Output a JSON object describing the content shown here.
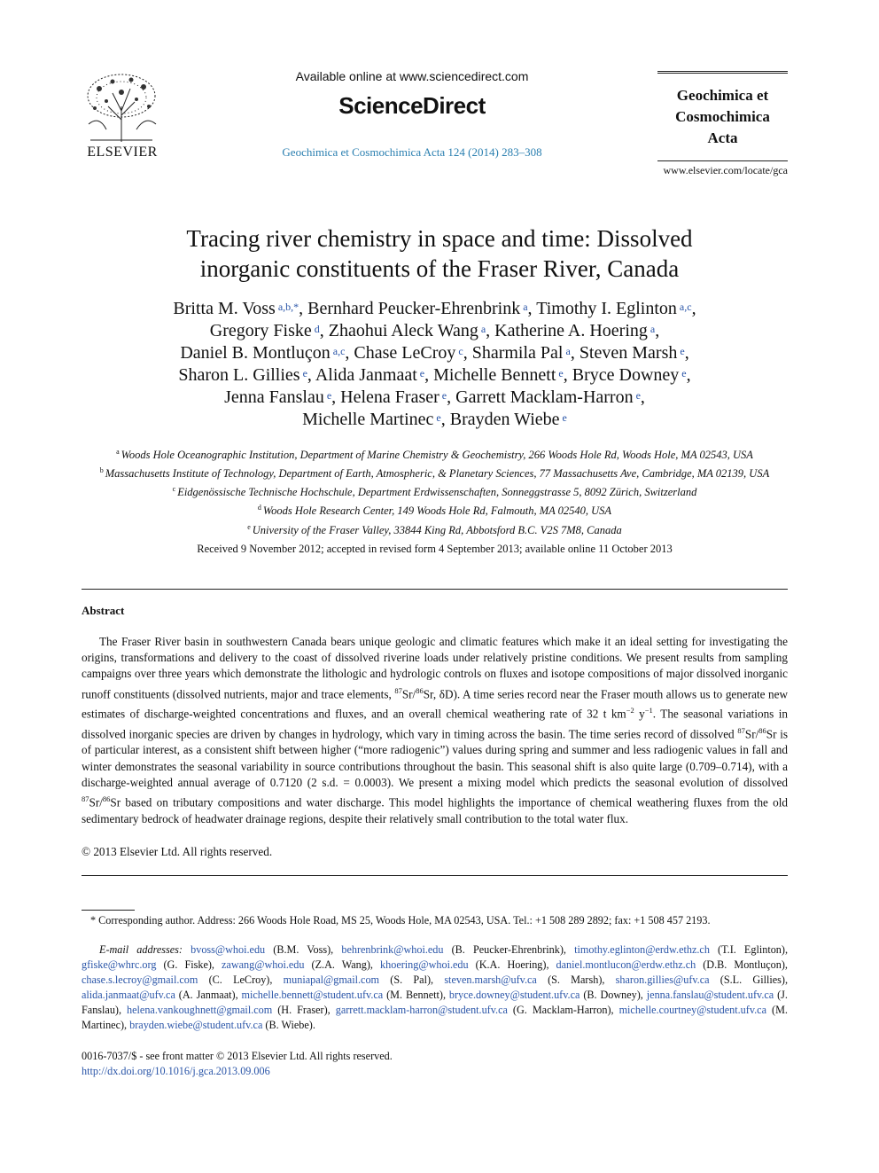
{
  "header": {
    "publisher_logo_text": "ELSEVIER",
    "available_online": "Available online at www.sciencedirect.com",
    "platform_logo": "ScienceDirect",
    "citation": "Geochimica et Cosmochimica Acta 124 (2014) 283–308",
    "journal_name_lines": [
      "Geochimica et",
      "Cosmochimica",
      "Acta"
    ],
    "journal_url": "www.elsevier.com/locate/gca"
  },
  "article": {
    "title_line1": "Tracing river chemistry in space and time: Dissolved",
    "title_line2": "inorganic constituents of the Fraser River, Canada",
    "authors": [
      {
        "name": "Britta M. Voss",
        "sup": "a,b,*",
        "sep": ", "
      },
      {
        "name": "Bernhard Peucker-Ehrenbrink",
        "sup": "a",
        "sep": ", "
      },
      {
        "name": "Timothy I. Eglinton",
        "sup": "a,c",
        "sep": ","
      },
      {
        "name": "Gregory Fiske",
        "sup": "d",
        "sep": ", "
      },
      {
        "name": "Zhaohui Aleck Wang",
        "sup": "a",
        "sep": ", "
      },
      {
        "name": "Katherine A. Hoering",
        "sup": "a",
        "sep": ","
      },
      {
        "name": "Daniel B. Montluçon",
        "sup": "a,c",
        "sep": ", "
      },
      {
        "name": "Chase LeCroy",
        "sup": "c",
        "sep": ", "
      },
      {
        "name": "Sharmila Pal",
        "sup": "a",
        "sep": ", "
      },
      {
        "name": "Steven Marsh",
        "sup": "e",
        "sep": ","
      },
      {
        "name": "Sharon L. Gillies",
        "sup": "e",
        "sep": ", "
      },
      {
        "name": "Alida Janmaat",
        "sup": "e",
        "sep": ", "
      },
      {
        "name": "Michelle Bennett",
        "sup": "e",
        "sep": ", "
      },
      {
        "name": "Bryce Downey",
        "sup": "e",
        "sep": ","
      },
      {
        "name": "Jenna Fanslau",
        "sup": "e",
        "sep": ", "
      },
      {
        "name": "Helena Fraser",
        "sup": "e",
        "sep": ", "
      },
      {
        "name": "Garrett Macklam-Harron",
        "sup": "e",
        "sep": ","
      },
      {
        "name": "Michelle Martinec",
        "sup": "e",
        "sep": ", "
      },
      {
        "name": "Brayden Wiebe",
        "sup": "e",
        "sep": ""
      }
    ],
    "author_line_breaks_after": [
      2,
      5,
      9,
      13,
      16
    ],
    "affiliations": [
      {
        "sup": "a",
        "text": "Woods Hole Oceanographic Institution, Department of Marine Chemistry & Geochemistry, 266 Woods Hole Rd, Woods Hole, MA 02543, USA"
      },
      {
        "sup": "b",
        "text": "Massachusetts Institute of Technology, Department of Earth, Atmospheric, & Planetary Sciences, 77 Massachusetts Ave, Cambridge, MA 02139, USA"
      },
      {
        "sup": "c",
        "text": "Eidgenössische Technische Hochschule, Department Erdwissenschaften, Sonneggstrasse 5, 8092 Zürich, Switzerland"
      },
      {
        "sup": "d",
        "text": "Woods Hole Research Center, 149 Woods Hole Rd, Falmouth, MA 02540, USA"
      },
      {
        "sup": "e",
        "text": "University of the Fraser Valley, 33844 King Rd, Abbotsford B.C. V2S 7M8, Canada"
      }
    ],
    "received": "Received 9 November 2012; accepted in revised form 4 September 2013; available online 11 October 2013"
  },
  "abstract": {
    "heading": "Abstract",
    "p1": "The Fraser River basin in southwestern Canada bears unique geologic and climatic features which make it an ideal setting for investigating the origins, transformations and delivery to the coast of dissolved riverine loads under relatively pristine conditions. We present results from sampling campaigns over three years which demonstrate the lithologic and hydrologic controls on fluxes and isotope compositions of major dissolved inorganic runoff constituents (dissolved nutrients, major and trace elements, ",
    "p2": "Sr, δD). A time series record near the Fraser mouth allows us to generate new estimates of discharge-weighted concentrations and fluxes, and an overall chemical weathering rate of 32 t km",
    "p2b": " y",
    "p3": ". The seasonal variations in dissolved inorganic species are driven by changes in hydrology, which vary in timing across the basin. The time series record of dissolved ",
    "p4": "Sr is of particular interest, as a consistent shift between higher (“more radiogenic”) values during spring and summer and less radiogenic values in fall and winter demonstrates the seasonal variability in source contributions throughout the basin. This seasonal shift is also quite large (0.709–0.714), with a discharge-weighted annual average of 0.7120 (2 s.d. = 0.0003). We present a mixing model which predicts the seasonal evolution of dissolved ",
    "p5": "Sr based on tributary compositions and water discharge. This model highlights the importance of chemical weathering fluxes from the old sedimentary bedrock of headwater drainage regions, despite their relatively small contribution to the total water flux.",
    "sup87": "87",
    "sr": "Sr/",
    "sup86": "86",
    "supneg2": "−2",
    "supneg1": "−1",
    "copyright": "© 2013 Elsevier Ltd. All rights reserved."
  },
  "footnotes": {
    "corresponding": "* Corresponding author. Address: 266 Woods Hole Road, MS 25, Woods Hole, MA 02543, USA. Tel.: +1 508 289 2892; fax: +1 508 457 2193.",
    "email_label": "E-mail addresses:",
    "emails": [
      {
        "addr": "bvoss@whoi.edu",
        "who": "(B.M. Voss)"
      },
      {
        "addr": "behrenbrink@whoi.edu",
        "who": "(B. Peucker-Ehrenbrink)"
      },
      {
        "addr": "timothy.eglinton@erdw.ethz.ch",
        "who": "(T.I. Eglinton)"
      },
      {
        "addr": "gfiske@whrc.org",
        "who": "(G. Fiske)"
      },
      {
        "addr": "zawang@whoi.edu",
        "who": "(Z.A. Wang)"
      },
      {
        "addr": "khoering@whoi.edu",
        "who": "(K.A. Hoering)"
      },
      {
        "addr": "daniel.montlucon@erdw.ethz.ch",
        "who": "(D.B. Montluçon)"
      },
      {
        "addr": "chase.s.lecroy@gmail.com",
        "who": "(C. LeCroy)"
      },
      {
        "addr": "muniapal@gmail.com",
        "who": "(S. Pal)"
      },
      {
        "addr": "steven.marsh@ufv.ca",
        "who": "(S. Marsh)"
      },
      {
        "addr": "sharon.gillies@ufv.ca",
        "who": "(S.L. Gillies)"
      },
      {
        "addr": "alida.janmaat@ufv.ca",
        "who": "(A. Janmaat)"
      },
      {
        "addr": "michelle.bennett@student.ufv.ca",
        "who": "(M. Bennett)"
      },
      {
        "addr": "bryce.downey@student.ufv.ca",
        "who": "(B. Downey)"
      },
      {
        "addr": "jenna.fanslau@student.ufv.ca",
        "who": "(J. Fanslau)"
      },
      {
        "addr": "helena.vankoughnett@gmail.com",
        "who": "(H. Fraser)"
      },
      {
        "addr": "garrett.macklam-harron@student.ufv.ca",
        "who": "(G. Macklam-Harron)"
      },
      {
        "addr": "michelle.courtney@student.ufv.ca",
        "who": "(M. Martinec)"
      },
      {
        "addr": "brayden.wiebe@student.ufv.ca",
        "who": "(B. Wiebe)."
      }
    ],
    "issn": "0016-7037/$ - see front matter © 2013 Elsevier Ltd. All rights reserved.",
    "doi": "http://dx.doi.org/10.1016/j.gca.2013.09.006"
  }
}
